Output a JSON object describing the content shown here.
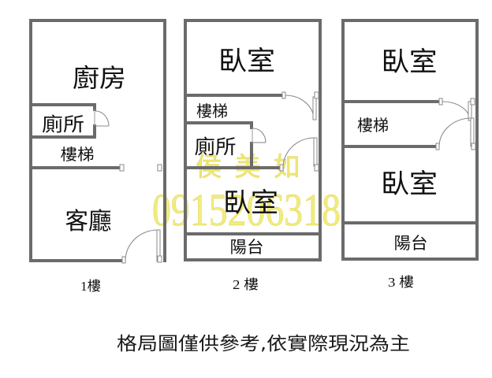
{
  "floors": [
    {
      "label": "1樓",
      "rooms": {
        "kitchen": "廚房",
        "toilet": "廁所",
        "stairs": "樓梯",
        "living_room": "客廳"
      }
    },
    {
      "label": "2 樓",
      "rooms": {
        "bedroom_front": "臥室",
        "stairs": "樓梯",
        "toilet": "廁所",
        "bedroom_back": "臥室",
        "balcony": "陽台"
      }
    },
    {
      "label": "3 樓",
      "rooms": {
        "bedroom_front": "臥室",
        "stairs": "樓梯",
        "bedroom_back": "臥室",
        "balcony": "陽台"
      }
    }
  ],
  "watermark": {
    "name": "侯美如",
    "phone": "0915206318",
    "color": "#efe768"
  },
  "caption": "格局圖僅供參考,依實際現況為主",
  "colors": {
    "wall": "#6b6b6b",
    "door": "#8c8c8c",
    "text": "#111111",
    "background": "#ffffff"
  }
}
